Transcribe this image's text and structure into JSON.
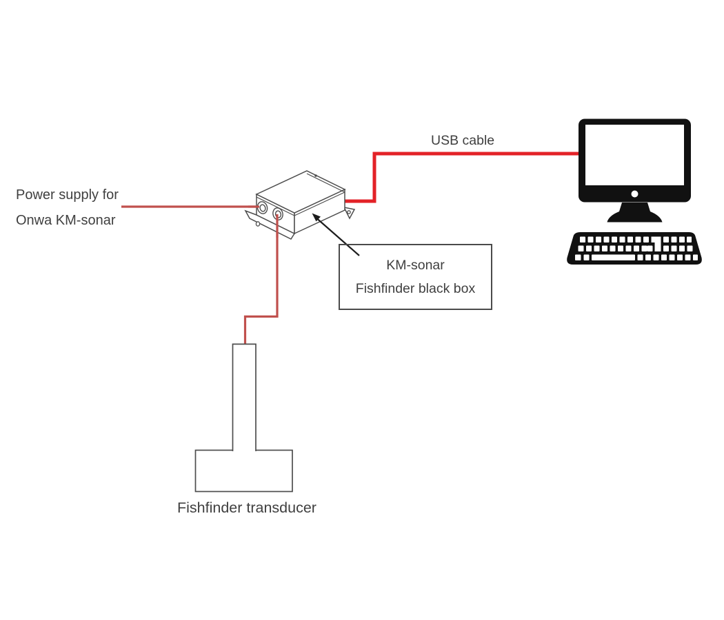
{
  "diagram": {
    "labels": {
      "power_line1": "Power supply for",
      "power_line2": "Onwa KM-sonar",
      "usb": "USB cable",
      "callout_line1": "KM-sonar",
      "callout_line2": "Fishfinder black box",
      "transducer": "Fishfinder transducer"
    },
    "colors": {
      "cable_bright_red": "#e32227",
      "cable_muted_red": "#c0504d",
      "outline_gray": "#4d4d4d",
      "border_gray": "#4a4a4a",
      "ink_black": "#111111",
      "text_gray": "#3f3f3f"
    },
    "icons": {
      "computer": "desktop-computer-icon",
      "black_box": "black-box-3d-drawing",
      "transducer": "transducer-outline-drawing"
    }
  }
}
